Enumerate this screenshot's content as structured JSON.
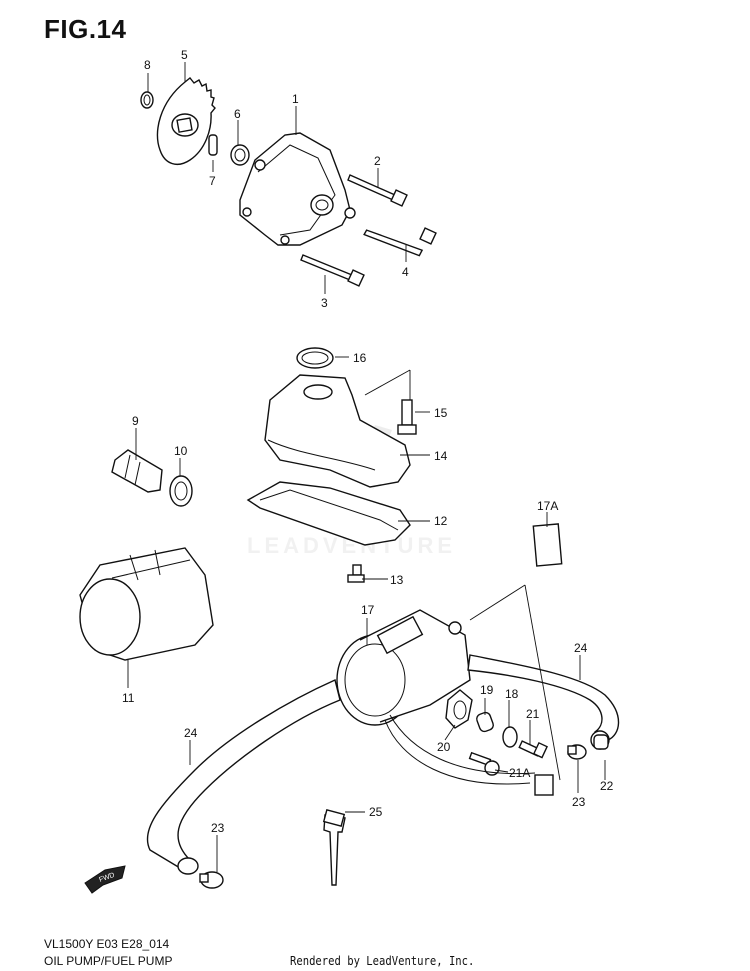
{
  "figure": {
    "title": "FIG.14",
    "model_code": "VL1500Y E03 E28_014",
    "section_name": "OIL PUMP/FUEL PUMP",
    "rendered_by": "Rendered by LeadVenture, Inc.",
    "watermark": "LEADVENTURE",
    "fwd_label": "FWD"
  },
  "callouts": [
    "1",
    "2",
    "3",
    "4",
    "5",
    "6",
    "7",
    "8",
    "9",
    "10",
    "11",
    "12",
    "13",
    "14",
    "15",
    "16",
    "17",
    "17A",
    "18",
    "19",
    "20",
    "21",
    "21A",
    "22",
    "23",
    "23",
    "24",
    "24",
    "25"
  ]
}
